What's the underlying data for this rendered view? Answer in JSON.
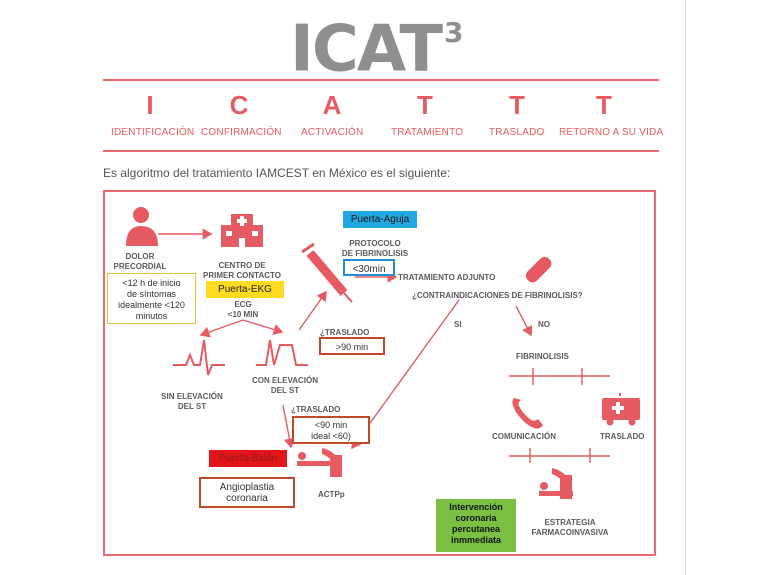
{
  "header": {
    "logo_text": "ICAT",
    "logo_sup": "3"
  },
  "acronym": [
    {
      "letter": "I",
      "word": "IDENTIFICACIÓN"
    },
    {
      "letter": "C",
      "word": "CONFIRMACIÓN"
    },
    {
      "letter": "A",
      "word": "ACTIVACIÓN"
    },
    {
      "letter": "T",
      "word": "TRATAMIENTO"
    },
    {
      "letter": "T",
      "word": "TRASLADO"
    },
    {
      "letter": "T",
      "word": "RETORNO A SU VIDA"
    }
  ],
  "intro_text": "Es algoritmo del tratamiento IAMCEST en México es el siguiente:",
  "diagram": {
    "dolor": "DOLOR\nPRECORDIAL",
    "centro": "CENTRO DE\nPRIMER CONTACTO",
    "ecg": "ECG\n<10 MIN",
    "sin_elevacion": "SIN ELEVACIÓN\nDEL ST",
    "con_elevacion": "CON ELEVACIÓN\nDEL ST",
    "protocolo": "PROTOCOLO\nDE FIBRINOLISIS",
    "tratamiento_adjunto": "TRATAMIENTO ADJUNTO",
    "contraindicaciones": "¿CONTRAINDICACIONES DE FIBRINOLISIS?",
    "si": "SI",
    "no": "NO",
    "traslado_q1": "¿TRASLADO",
    "traslado_q2": "¿TRASLADO",
    "fibrinolisis": "FIBRINOLISIS",
    "comunicacion": "COMUNICACIÓN",
    "traslado": "TRASLADO",
    "actpp": "ACTPp",
    "estrategia": "ESTRATEGIA\nFARMACOINVASIVA"
  },
  "annotations": {
    "puerta_aguja": "Puerta-Aguja",
    "min30": "<30min",
    "sintomas": "<12 h de inicio\nde síntomas\nidealmente <120\nminutos",
    "puerta_ekg": "Puerta-EKG",
    "gt90": ">90 min",
    "lt90": "<90 min\nideal <60)",
    "puerta_balon": "Puerta-Balón",
    "angioplastia": "Angioplastia\ncoronaria",
    "intervencion": "Intervención\ncoronaria\npercutanea\ninmmediata"
  },
  "colors": {
    "accent": "#e65b61",
    "puerta_aguja_bg": "#22a8e0",
    "puerta_ekg_bg": "#ffdc1f",
    "puerta_balon_bg": "#e3141a",
    "intervencion_bg": "#7ac143",
    "annotation_border": "#c0492a",
    "sintomas_border": "#e8c23a",
    "min30_border": "#1e8fd6"
  },
  "icons": [
    "person-chest-pain-icon",
    "hospital-icon",
    "syringe-icon",
    "pill-icon",
    "ecg-flat-icon",
    "ecg-elevated-icon",
    "phone-icon",
    "ambulance-icon",
    "cath-lab-icon",
    "patient-bed-icon"
  ]
}
